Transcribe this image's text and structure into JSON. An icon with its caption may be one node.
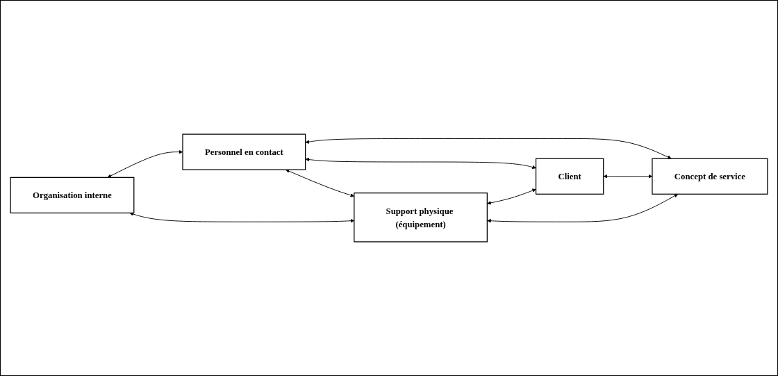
{
  "diagram": {
    "nodes": [
      {
        "text": [
          "Organisation interne"
        ]
      },
      {
        "text": [
          "Personnel en contact"
        ]
      },
      {
        "text": [
          "Client"
        ]
      },
      {
        "text": [
          "Support physique (équipement)"
        ]
      },
      {
        "text": [
          "Concept de service"
        ]
      }
    ],
    "edges": [
      {
        "from": 0,
        "to": 1,
        "arrow": "both"
      },
      {
        "from": 1,
        "to": 2,
        "arrow": "both"
      },
      {
        "from": 1,
        "to": 3,
        "arrow": "both"
      },
      {
        "from": 1,
        "to": 4,
        "arrow": "both"
      },
      {
        "from": 3,
        "to": 2,
        "arrow": "both"
      },
      {
        "from": 2,
        "to": 4,
        "arrow": "both"
      },
      {
        "from": 0,
        "to": 3,
        "arrow": "both"
      },
      {
        "from": 3,
        "to": 4,
        "arrow": "both"
      }
    ]
  }
}
